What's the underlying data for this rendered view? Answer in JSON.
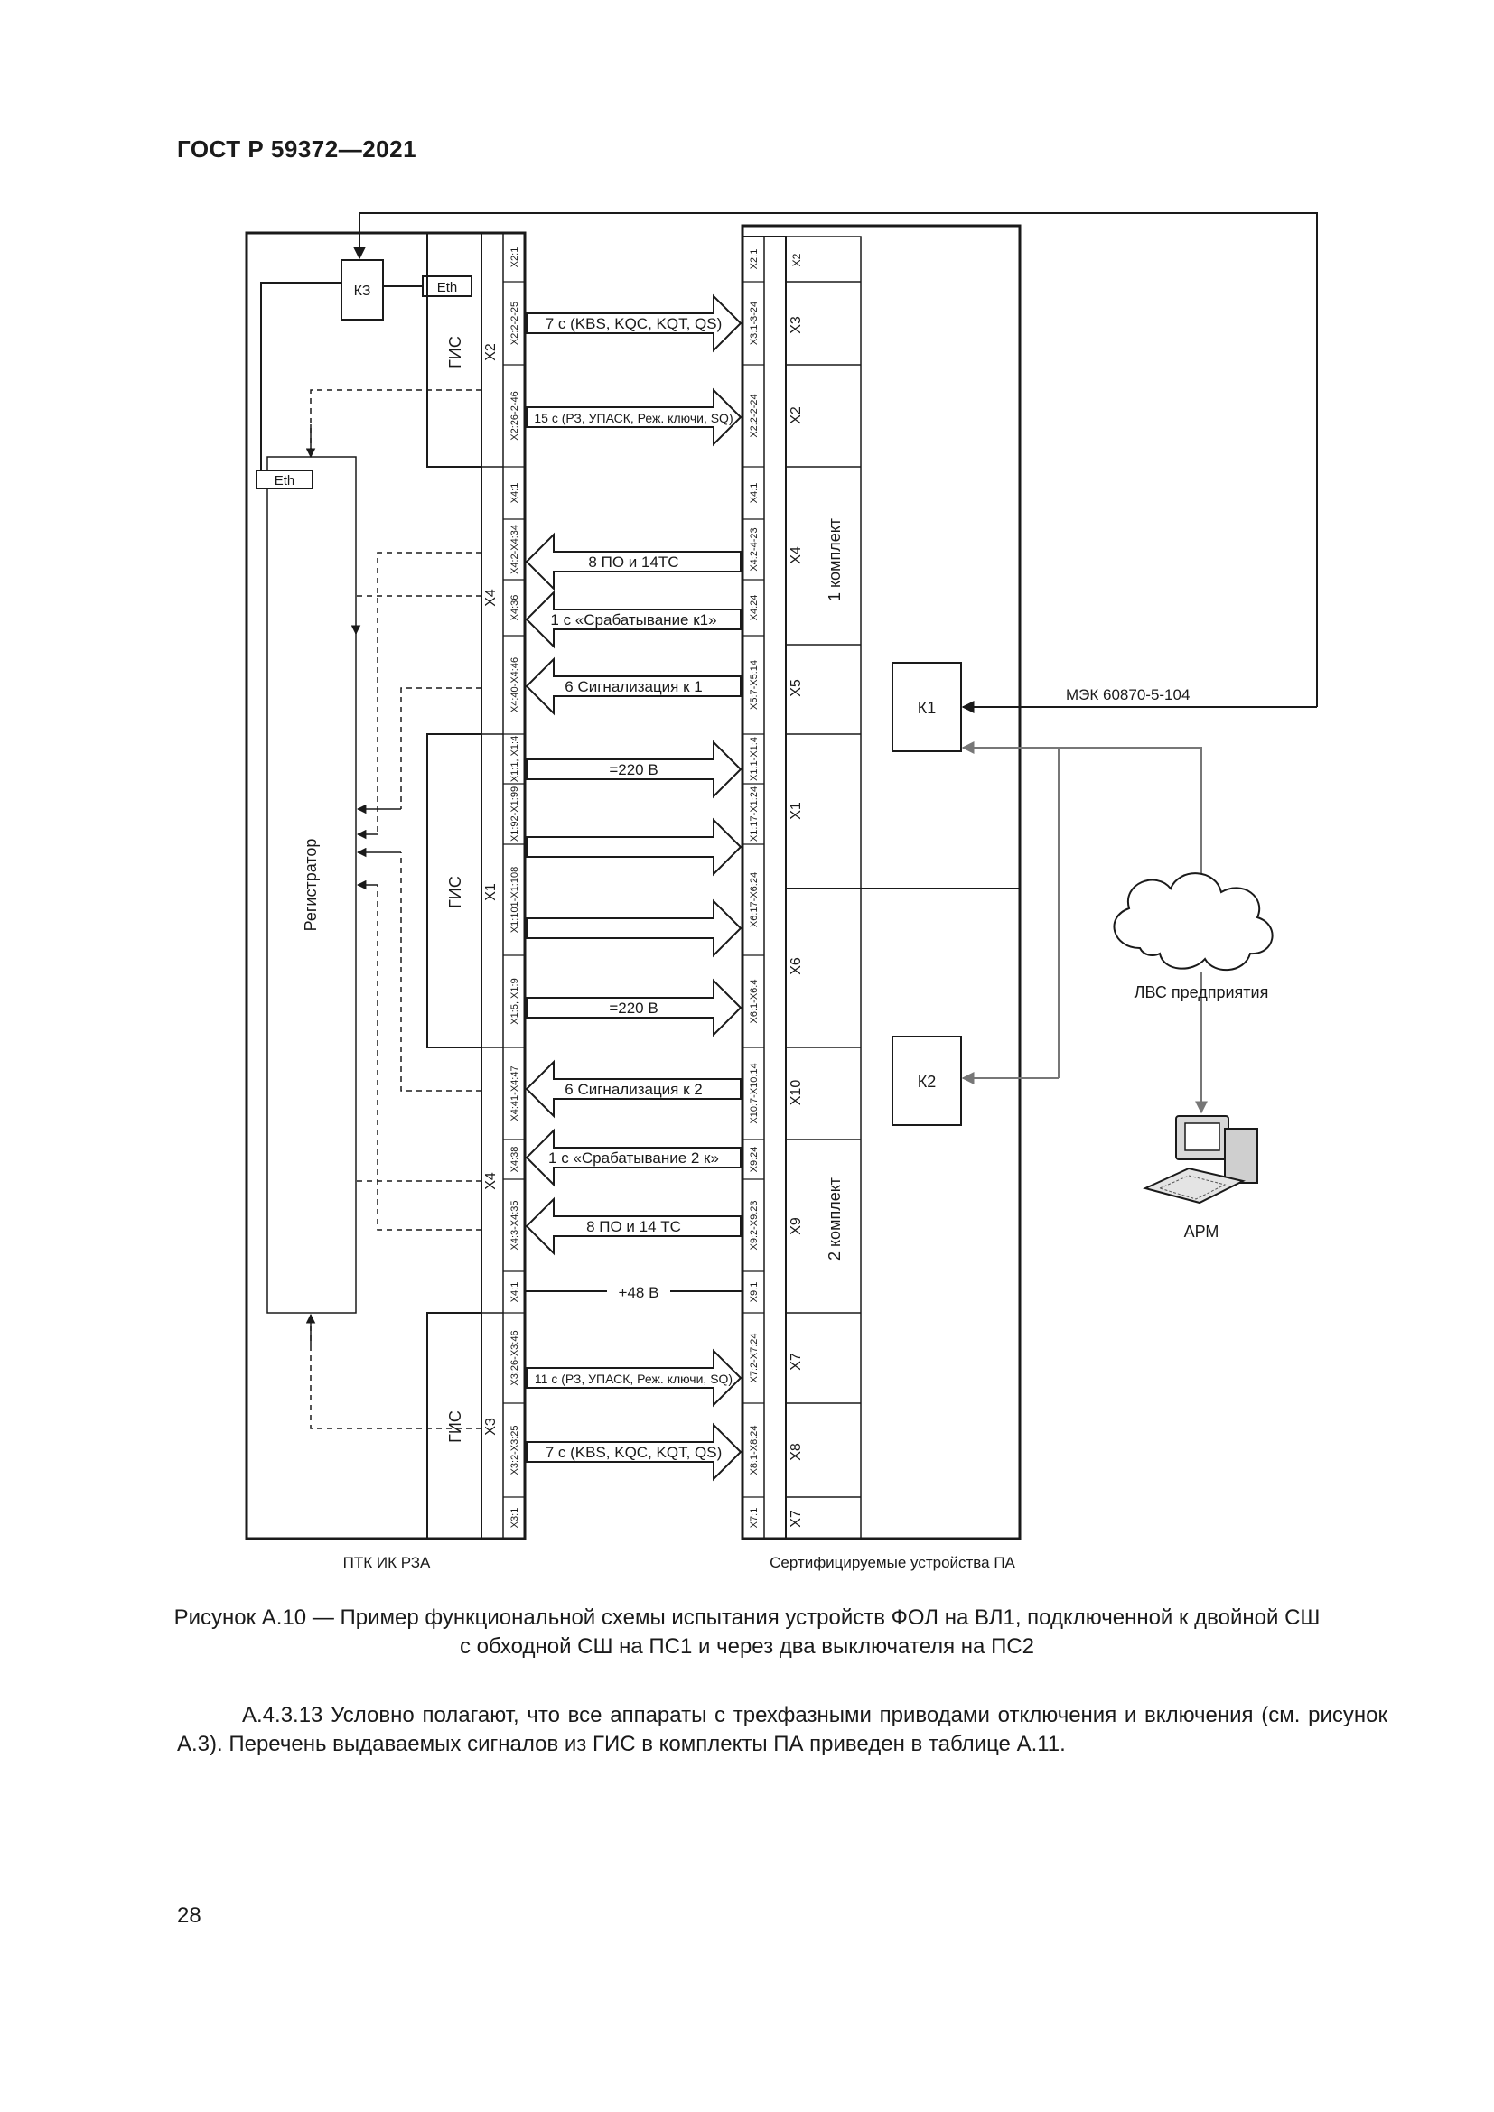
{
  "header": {
    "title": "ГОСТ Р 59372—2021"
  },
  "diagram": {
    "blocks": {
      "kz": "КЗ",
      "eth_top": "Eth",
      "eth_reg": "Eth",
      "registrator": "Регистратор",
      "gis_top": "ГИС",
      "gis_mid": "ГИС",
      "gis_bot": "ГИС",
      "x2": "X2",
      "x4_upper": "X4",
      "x1": "X1",
      "x4_lower": "X4",
      "x3": "X3",
      "k1": "К1",
      "k2": "К2",
      "set1": "1 комплект",
      "set2": "2 комплект",
      "r_x2_top": "X2",
      "r_x3": "X3",
      "r_x2": "X2",
      "r_x4": "X4",
      "r_x5": "X5",
      "r_x1": "X1",
      "r_x6": "X6",
      "r_x10": "X10",
      "r_x9": "X9",
      "r_x7": "X7",
      "r_x8": "X8",
      "r_x7_bot": "X7"
    },
    "left_terminals": [
      "X2:1",
      "X2:2-2-25",
      "X2:26-2-46",
      "X4:1",
      "X4:2-X4:34",
      "X4:36",
      "X4:40-X4:46",
      "X1:1, X1:4",
      "X1:92-X1:99",
      "X1:101-X1:108",
      "X1:5, X1:9",
      "X4:41-X4:47",
      "X4:38",
      "X4:3-X4:35",
      "X4:1",
      "X3:26-X3:46",
      "X3:2-X3:25",
      "X3:1"
    ],
    "right_terminals": [
      "X2:1",
      "X3:1-3-24",
      "X2:2-2-24",
      "X4:1",
      "X4:2-4-23",
      "X4:24",
      "X5:7-X5:14",
      "X1:1-X1:4",
      "X1:17-X1:24",
      "X6:17-X6:24",
      "X6:1-X6:4",
      "X10:7-X10:14",
      "X9:24",
      "X9:2-X9:23",
      "X9:1",
      "X7:2-X7:24",
      "X8:1-X8:24",
      "X7:1"
    ],
    "signals": {
      "s1": "7 с (KBS, KQC, KQT, QS)",
      "s2": "15 с (РЗ, УПАСК, Реж. ключи, SQ)",
      "s3": "8 ПО и 14ТС",
      "s4": "1 с «Срабатывание к1»",
      "s5": "6 Сигнализация к 1",
      "s6": "=220 В",
      "s7": "=220 В",
      "s8": "6 Сигнализация к 2",
      "s9": "1 с «Срабатывание 2 к»",
      "s10": "8 ПО и 14 ТС",
      "s11": "+48 В",
      "s12": "11 с (РЗ, УПАСК, Реж. ключи, SQ)",
      "s13": "7 с (KBS, KQC, KQT, QS)"
    },
    "network": {
      "protocol": "МЭК 60870-5-104",
      "lan": "ЛВС предприятия",
      "arm": "АРМ"
    },
    "labels": {
      "left_system": "ПТК ИК РЗА",
      "right_system": "Сертифицируемые устройства ПА"
    }
  },
  "caption": {
    "line1": "Рисунок А.10 — Пример функциональной схемы испытания устройств ФОЛ на ВЛ1, подключенной к двойной СШ",
    "line2": "с обходной СШ на ПС1 и через два выключателя на ПС2"
  },
  "body_text": "А.4.3.13 Условно полагают, что все аппараты с трехфазными приводами отключения и включения (см. рисунок А.3). Перечень выдаваемых сигналов из ГИС в комплекты ПА приведен в таблице А.11.",
  "page_number": "28"
}
